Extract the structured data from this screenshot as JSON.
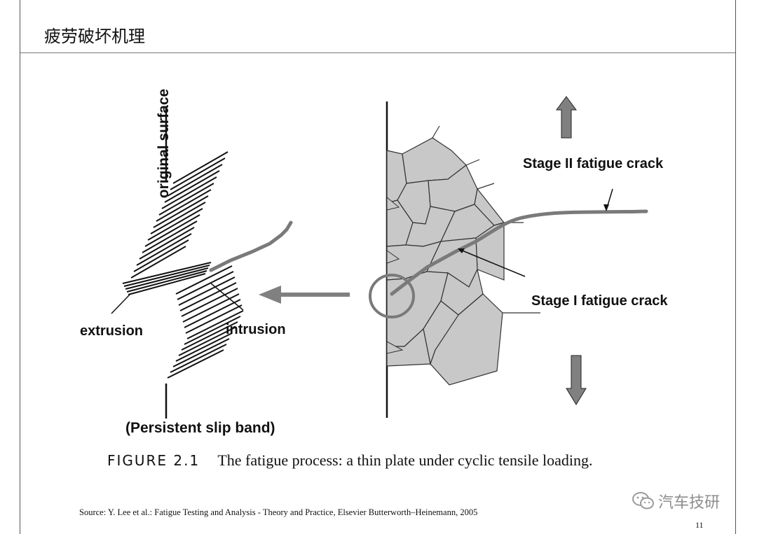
{
  "slide": {
    "title": "疲劳破坏机理",
    "page_number": "11"
  },
  "figure": {
    "labels": {
      "original_surface": "original surface",
      "extrusion": "extrusion",
      "intrusion": "intrusion",
      "persistent_slip_band": "(Persistent slip band)",
      "stage2": "Stage II fatigue crack",
      "stage1": "Stage I fatigue crack"
    },
    "caption": {
      "figure_number": "FIGURE 2.1",
      "text": "The fatigue process: a thin plate under cyclic tensile loading."
    },
    "colors": {
      "grain_fill": "#c8c8c8",
      "crack": "#7a7a7a",
      "arrow_fill": "#808080"
    }
  },
  "source": "Source: Y. Lee et al.: Fatigue Testing and Analysis - Theory and Practice, Elsevier Butterworth–Heinemann, 2005",
  "watermark": {
    "text": "汽车技研",
    "icon": "wechat-icon"
  }
}
